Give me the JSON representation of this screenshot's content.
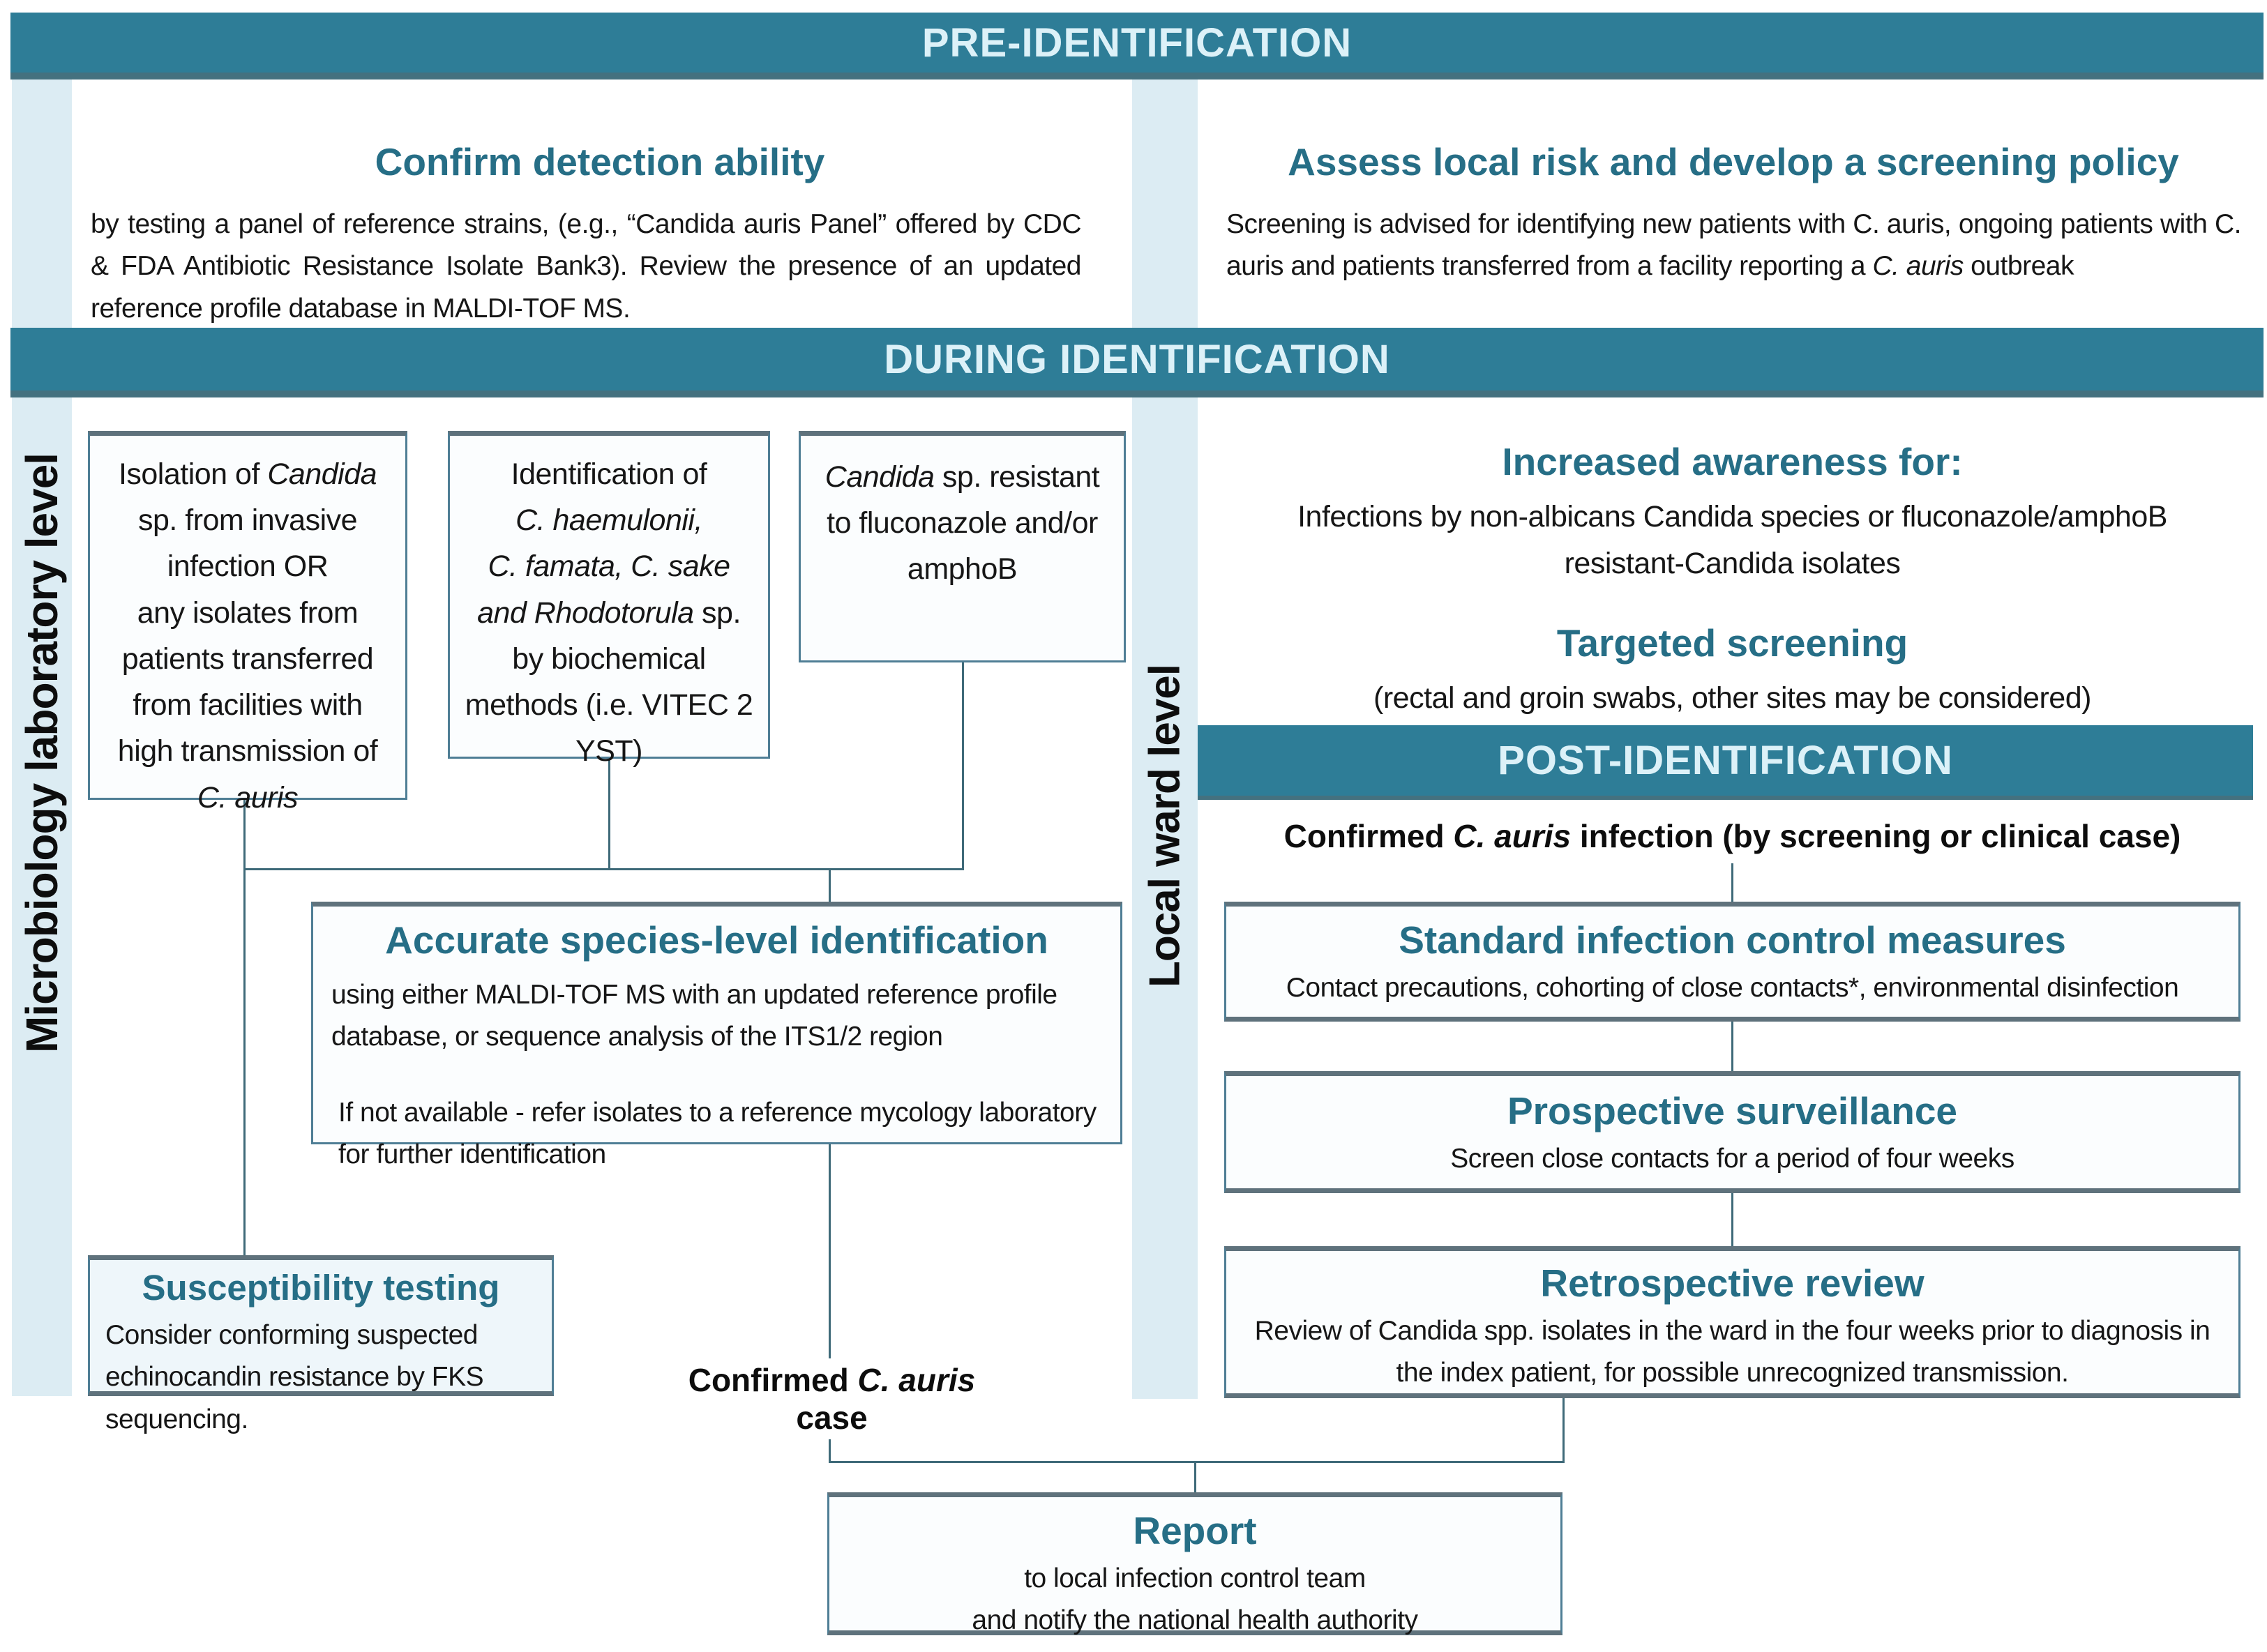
{
  "colors": {
    "banner_teal": "#2e7d97",
    "banner_edge": "#44717f",
    "banner_text": "#dcf1f8",
    "level_strip": "#dcecf3",
    "heading_teal": "#266e86",
    "box_border": "#4f7e95",
    "connector": "#3f6a79",
    "body_text": "#161616"
  },
  "banners": {
    "pre": "PRE-IDENTIFICATION",
    "during": "DURING IDENTIFICATION",
    "post": "POST-IDENTIFICATION"
  },
  "sidebars": {
    "left": "Microbiology laboratory level",
    "right": "Local ward level"
  },
  "pre_section": {
    "confirm_title": "Confirm detection ability",
    "confirm_body": "by testing a panel of reference strains, (e.g., “Candida auris Panel” offered by CDC & FDA Antibiotic Resistance Isolate Bank3). Review the presence of an updated reference profile database in MALDI-TOF MS.",
    "assess_title": "Assess local risk and develop a screening policy",
    "assess_body_html": "Screening is advised for identifying new patients with C. auris, ongoing patients with C. auris and patients transferred from a facility reporting a <i>C. auris</i> outbreak"
  },
  "during_section": {
    "box_isolation_html": "Isolation of <i>Candida</i><br>sp. from invasive<br>infection OR<br>any isolates from<br>patients transferred<br>from facilities with<br>high transmission of<br><i>C. auris</i>",
    "box_identification_html": "Identification of<br><i>C. haemulonii,</i><br><i>C. famata, C. sake</i><br><i>and Rhodotorula</i> sp.<br>by biochemical<br>methods (i.e. VITEC 2<br>YST)",
    "box_resistant_html": "<i>Candida</i> sp. resistant<br>to fluconazole and/or<br>amphoB"
  },
  "lab_flow": {
    "accurate_title": "Accurate species-level identification",
    "accurate_body1": "using either MALDI-TOF MS with an updated reference profile database, or sequence analysis of the ITS1/2 region",
    "accurate_body2": "If not available - refer isolates to a reference mycology laboratory for further identification",
    "susceptibility_title": "Susceptibility testing",
    "susceptibility_body": "Consider conforming suspected echinocandin resistance by FKS sequencing.",
    "confirmed_case_html": "Confirmed <i>C. auris</i> case"
  },
  "ward_section": {
    "increased_title": "Increased awareness for:",
    "increased_body_html": "Infections by non-albicans Candida species or  fluconazole/amphoB<br>resistant-Candida isolates",
    "targeted_title": "Targeted screening",
    "targeted_body": "(rectal and groin swabs, other sites may be considered)"
  },
  "post_section": {
    "confirmed_infection_html": "Confirmed <i>C. auris</i> infection (by screening or clinical case)",
    "standard_title": "Standard infection control measures",
    "standard_body": "Contact precautions, cohorting of close contacts*, environmental disinfection",
    "prospective_title": "Prospective surveillance",
    "prospective_body": "Screen close contacts for a period of four weeks",
    "retrospective_title": "Retrospective review",
    "retrospective_body": "Review of Candida spp. isolates in the ward in the four weeks prior to diagnosis in the index  patient, for possible unrecognized transmission.",
    "report_title": "Report",
    "report_body_html": "to local infection control team<br>and notify the national health authority"
  }
}
